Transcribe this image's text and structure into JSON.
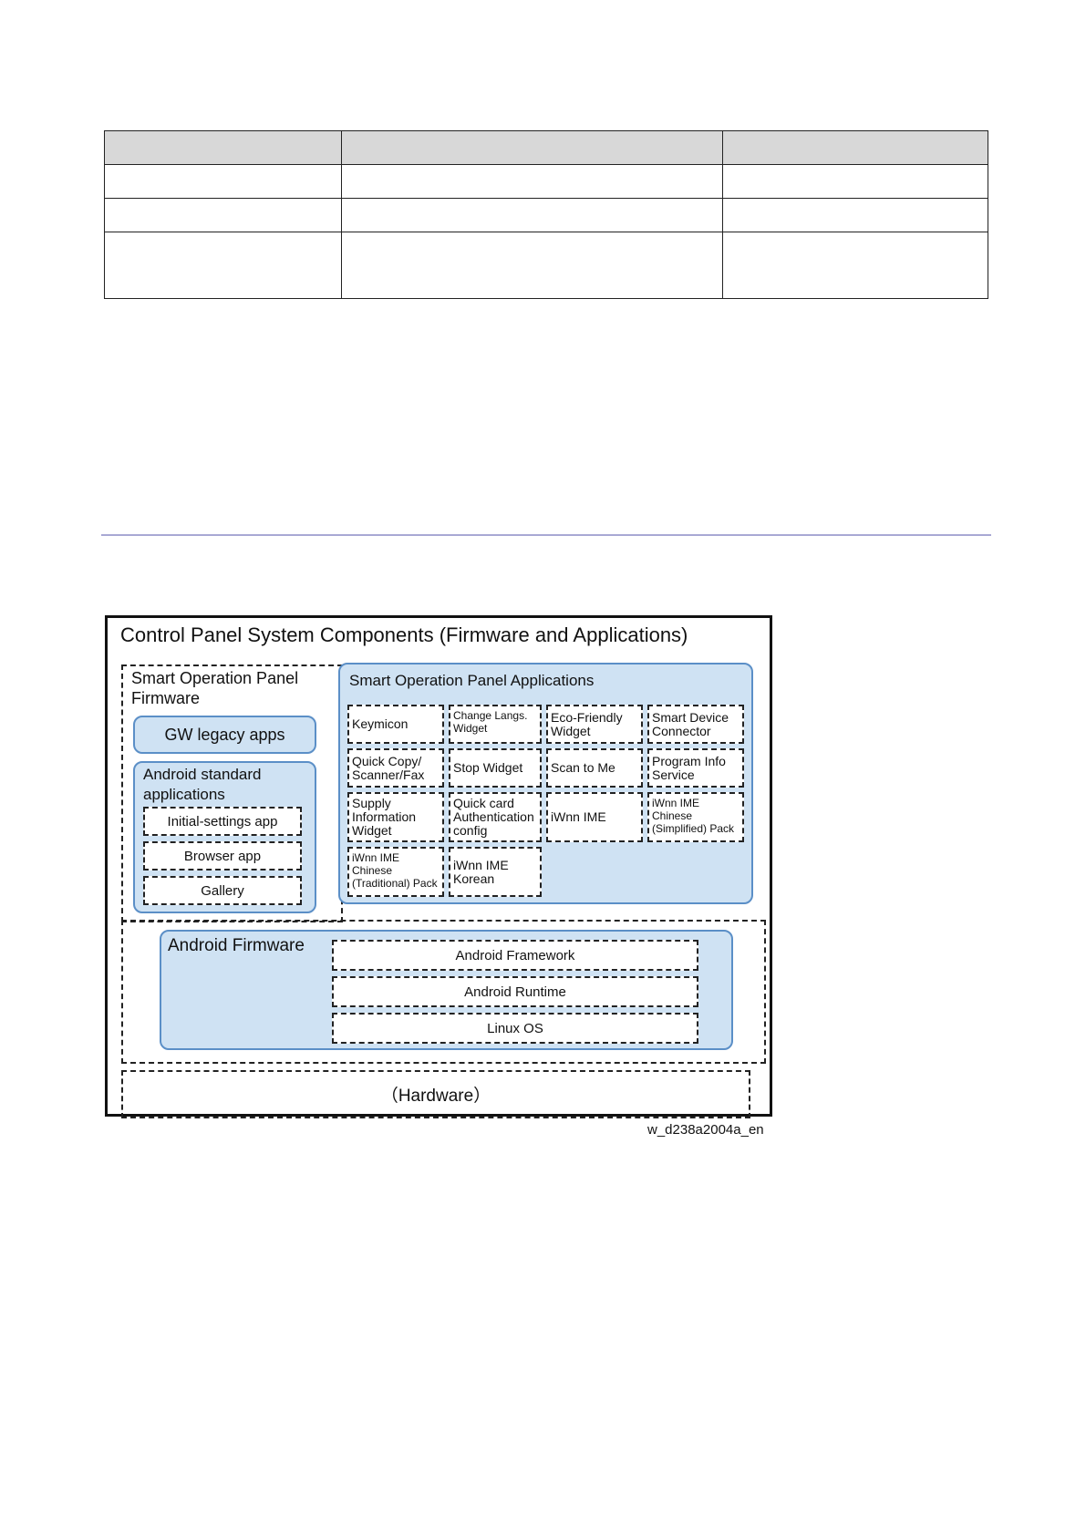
{
  "figure": {
    "title": "Control Panel System Components (Firmware and Applications)",
    "sop_firmware": {
      "label": "Smart Operation Panel Firmware",
      "gw_legacy": "GW legacy apps",
      "android_standard": {
        "label": "Android standard applications",
        "items": [
          "Initial-settings app",
          "Browser app",
          "Gallery"
        ]
      }
    },
    "sop_apps": {
      "label": "Smart Operation Panel Applications",
      "cells": [
        "Keymicon",
        "Change Langs. Widget",
        "Eco-Friendly Widget",
        "Smart Device Connector",
        "Quick Copy/ Scanner/Fax",
        "Stop Widget",
        "Scan to Me",
        "Program Info Service",
        "Supply Information Widget",
        "Quick card Authentication config",
        "iWnn IME",
        "iWnn IME Chinese (Simplified) Pack",
        "iWnn IME Chinese (Traditional) Pack",
        "iWnn IME Korean"
      ]
    },
    "android_firmware": {
      "label": "Android Firmware",
      "layers": [
        "Android Framework",
        "Android Runtime",
        "Linux OS"
      ]
    },
    "hardware": "（Hardware）",
    "caption": "w_d238a2004a_en"
  }
}
